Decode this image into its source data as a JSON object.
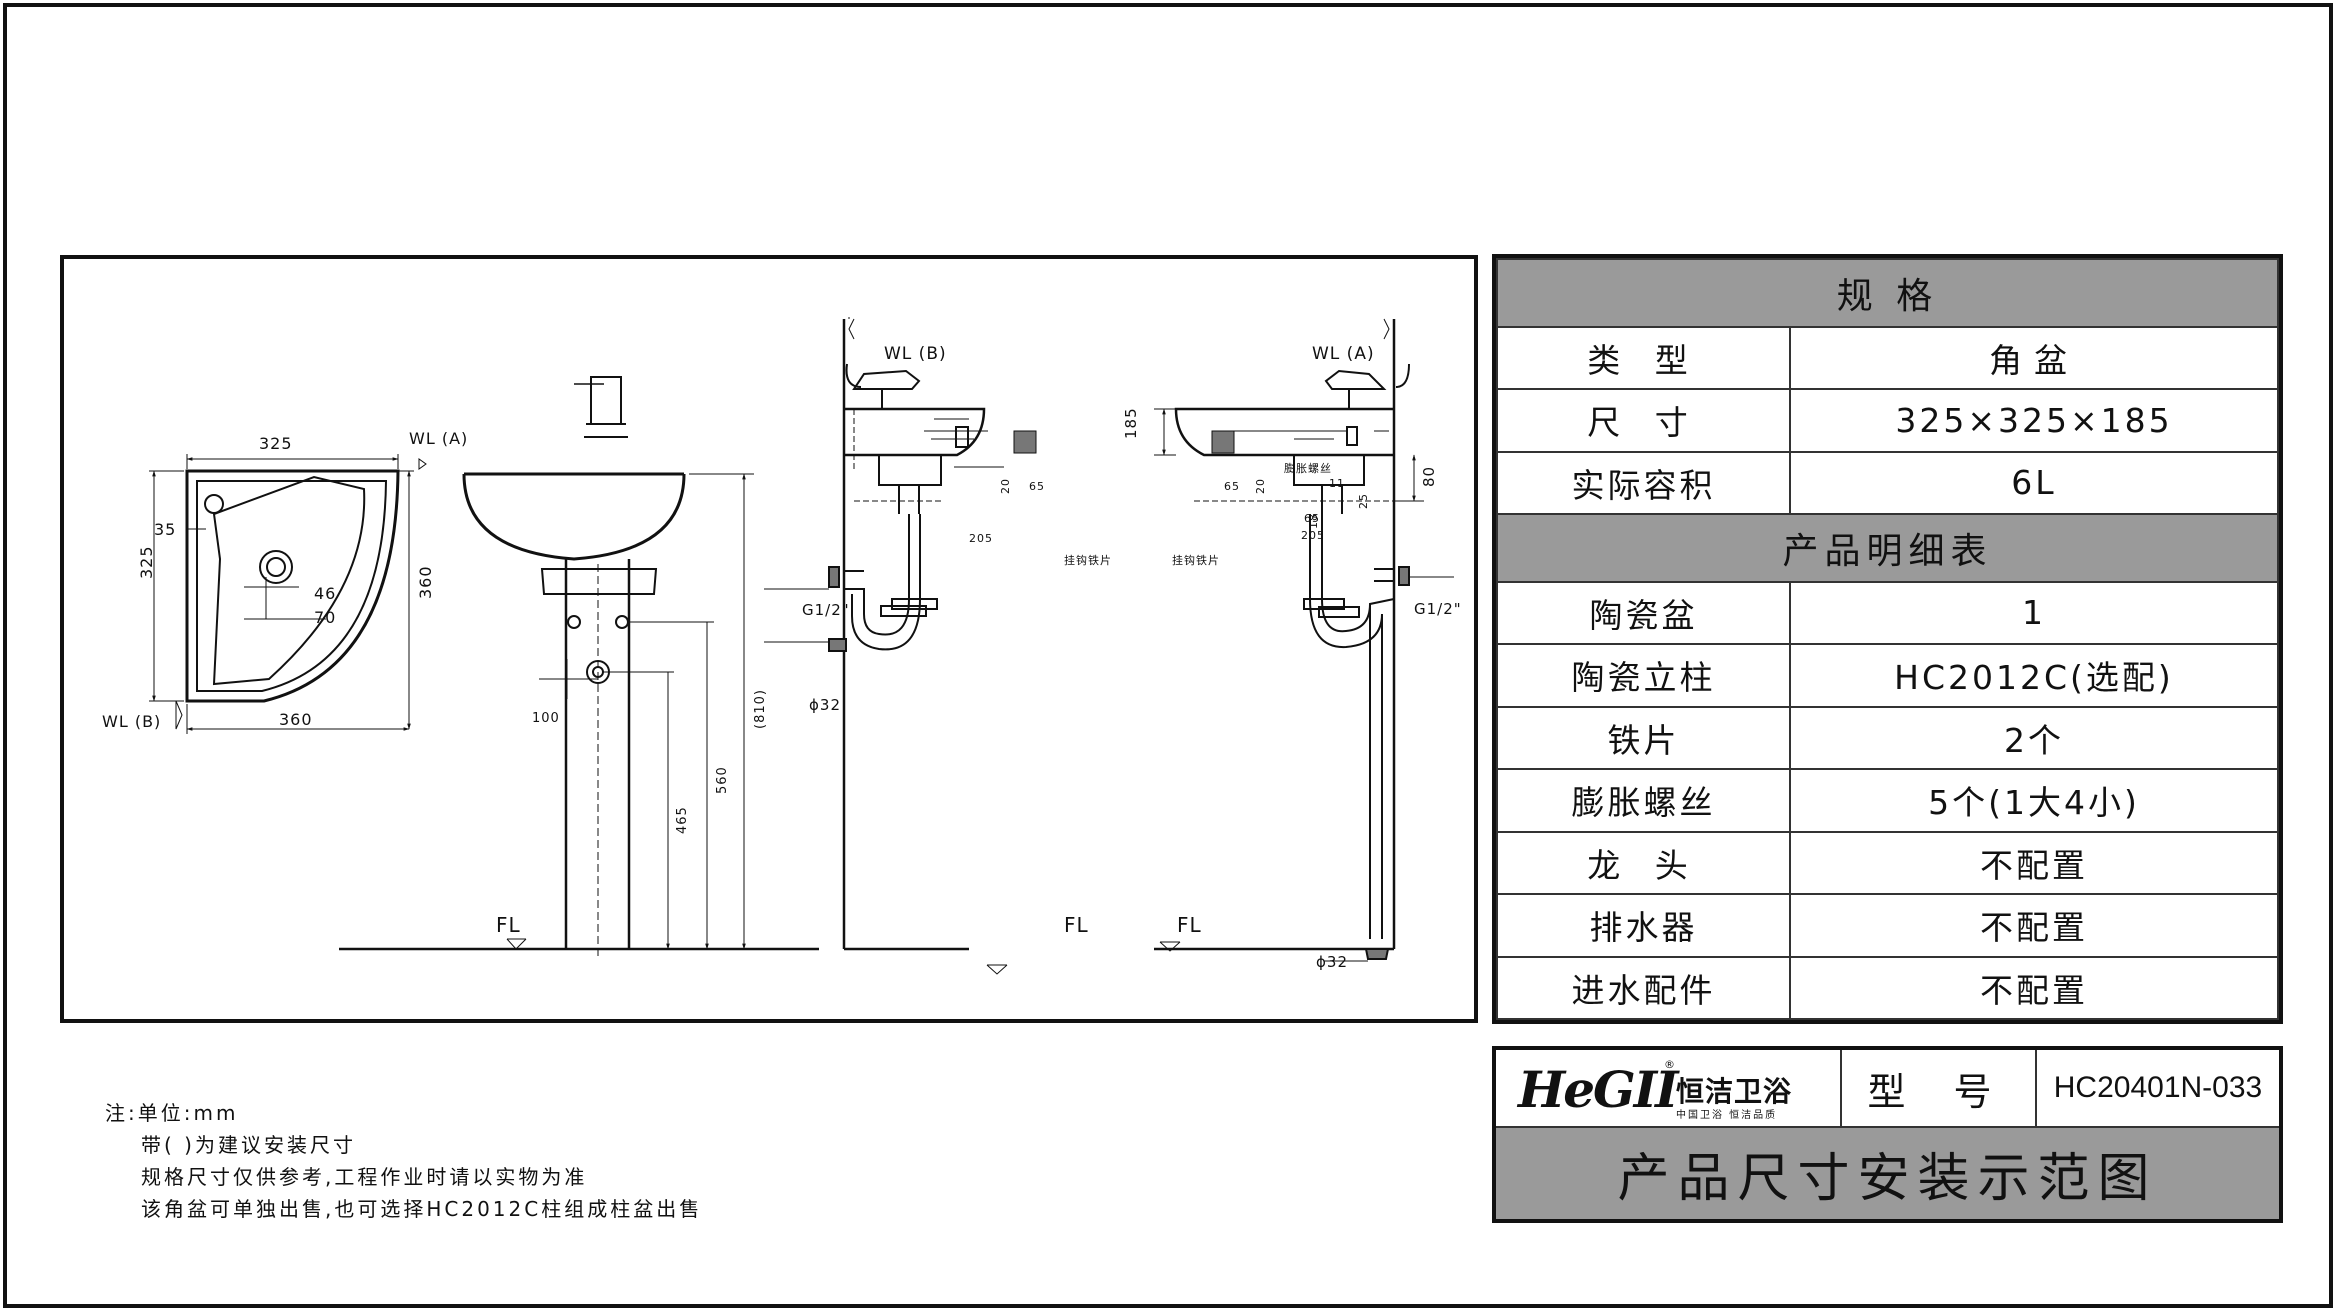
{
  "labels": {
    "wl_a": "WL (A)",
    "wl_b": "WL (B)",
    "fl": "FL",
    "g12": "G1/2\"",
    "phi32": "ϕ32",
    "hook_plate": "挂钩铁片",
    "expansion_bolt": "膨胀螺丝"
  },
  "dims": {
    "d325": "325",
    "d360": "360",
    "d35": "35",
    "d46": "46",
    "d70": "70",
    "d100": "100",
    "d465": "465",
    "d560": "560",
    "d810": "(810)",
    "d185": "185",
    "d80": "80",
    "d65": "65",
    "d20": "20",
    "d205": "205",
    "d11": "11",
    "d25": "25",
    "d18": "18"
  },
  "spec": {
    "header": "规 格",
    "rows": [
      {
        "label": "类 型",
        "value": "角盆"
      },
      {
        "label": "尺 寸",
        "value": "325×325×185"
      },
      {
        "label": "实际容积",
        "value": "6L"
      }
    ],
    "detail_header": "产品明细表",
    "details": [
      {
        "label": "陶瓷盆",
        "value": "1"
      },
      {
        "label": "陶瓷立柱",
        "value": "HC2012C(选配)"
      },
      {
        "label": "铁片",
        "value": "2个"
      },
      {
        "label": "膨胀螺丝",
        "value": "5个(1大4小)"
      },
      {
        "label": "龙 头",
        "value": "不配置"
      },
      {
        "label": "排水器",
        "value": "不配置"
      },
      {
        "label": "进水配件",
        "value": "不配置"
      }
    ]
  },
  "title_block": {
    "brand": "HeGII",
    "brand_cn": "恒洁卫浴",
    "brand_sub": "中国卫浴 恒洁品质",
    "model_label": "型 号",
    "model_value": "HC20401N-033",
    "sheet_title": "产品尺寸安装示范图"
  },
  "notes": {
    "n1": "注:单位:mm",
    "n2": "带( )为建议安装尺寸",
    "n3": "规格尺寸仅供参考,工程作业时请以实物为准",
    "n4": "该角盆可单独出售,也可选择HC2012C柱组成柱盆出售"
  }
}
